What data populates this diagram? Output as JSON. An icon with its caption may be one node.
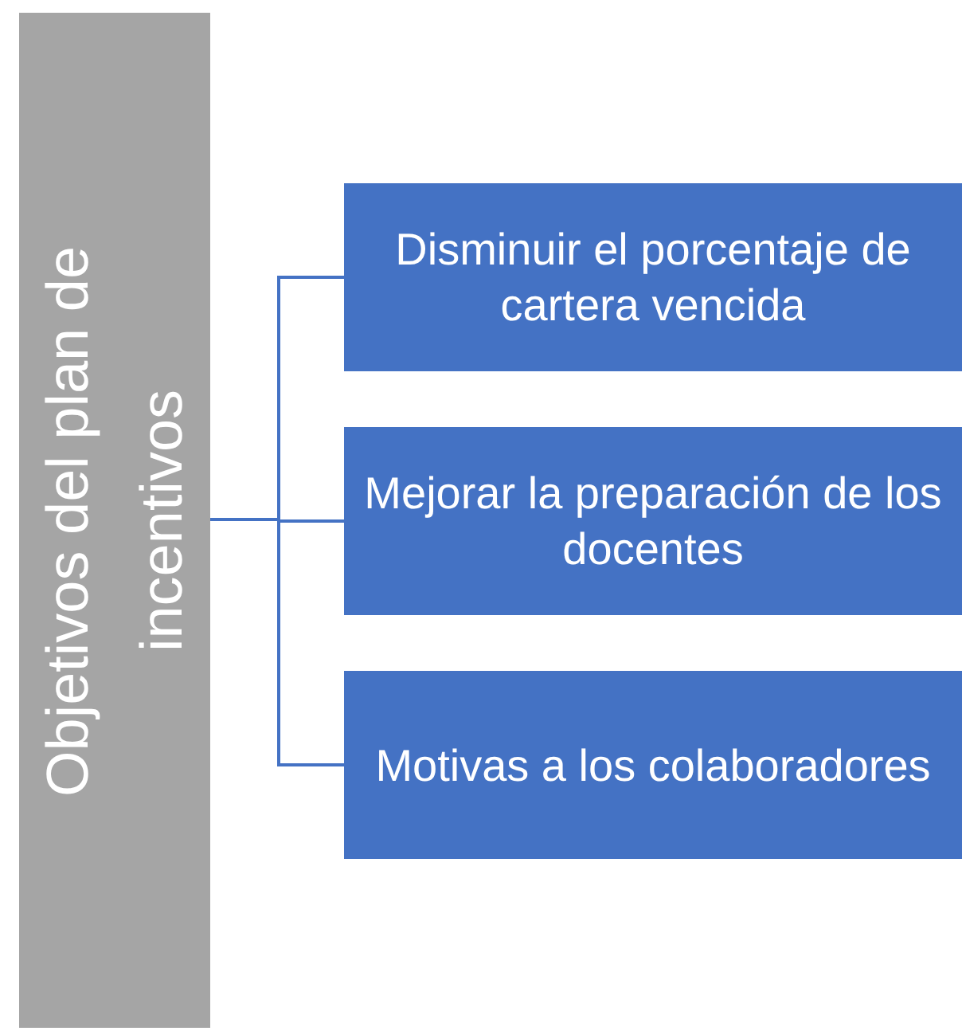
{
  "diagram": {
    "nodes": [
      {
        "text": [
          "Objetivos del plan de incentivos"
        ]
      },
      {
        "text": [
          "Disminuir el porcentaje de cartera vencida"
        ]
      },
      {
        "text": [
          "Mejorar la preparación de los docentes"
        ]
      },
      {
        "text": [
          "Motivas a los colaboradores"
        ]
      }
    ],
    "edges": [
      {
        "from": 0,
        "to": 1,
        "arrow": "none"
      },
      {
        "from": 0,
        "to": 2,
        "arrow": "none"
      },
      {
        "from": 0,
        "to": 3,
        "arrow": "none"
      }
    ]
  }
}
